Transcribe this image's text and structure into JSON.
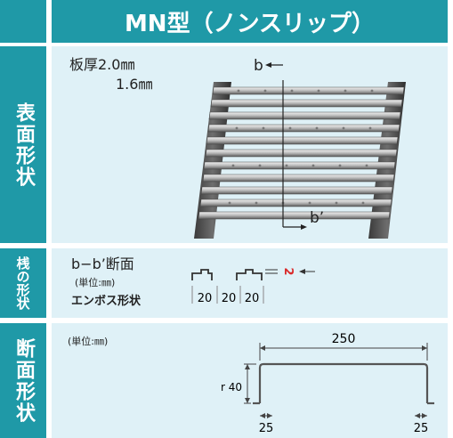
{
  "header": {
    "title": "MN型（ノンスリップ）"
  },
  "sidebar": {
    "section1": "表面形状",
    "section2": "桟の形状",
    "section3": "断面形状"
  },
  "surface": {
    "thickness_1": "板厚2.0㎜",
    "thickness_2": "1.6㎜",
    "label_b": "b",
    "label_b_prime": "b’"
  },
  "bar": {
    "title": "b−b’断面",
    "unit": "(単位:㎜)",
    "emboss": "エンボス形状",
    "dim_1": "20",
    "dim_2": "20",
    "dim_3": "20",
    "height_label": "2"
  },
  "section": {
    "unit": "(単位:㎜)",
    "width": "250",
    "height": "60 or 40",
    "flange_left": "25",
    "flange_right": "25"
  },
  "colors": {
    "accent": "#1f99a7",
    "panel": "#dff1f7",
    "mark": "#d92b2b"
  }
}
